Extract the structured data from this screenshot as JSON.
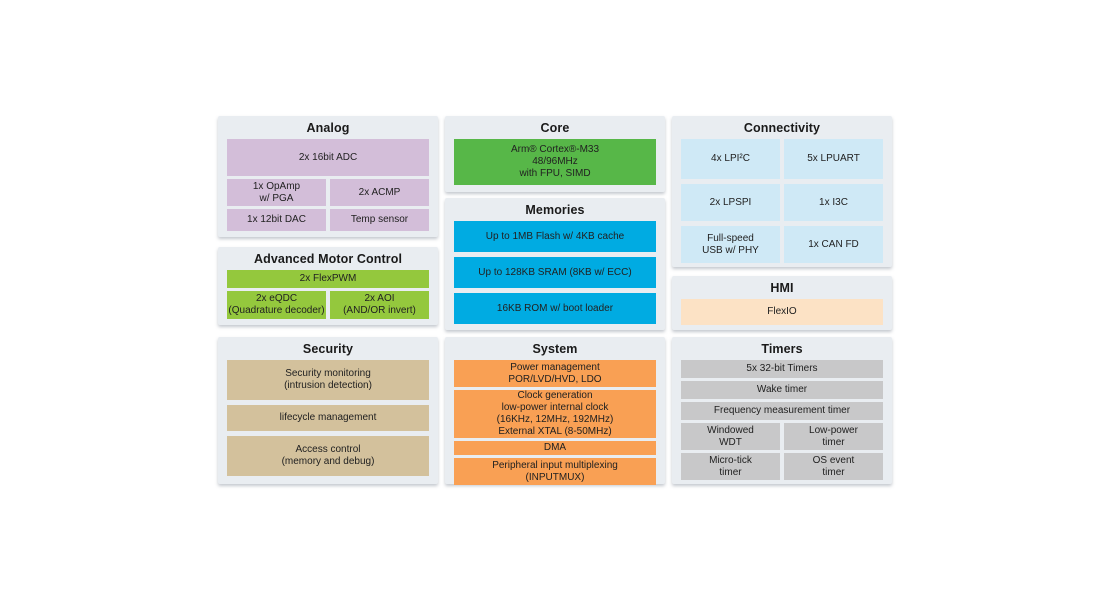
{
  "colors": {
    "panel_bg": "#e9edf1",
    "analog_purple": "#d3bed9",
    "motor_green": "#94c83d",
    "core_green": "#57b748",
    "memory_cyan": "#00abe2",
    "system_orange": "#f9a054",
    "connectivity_blue": "#cfe9f6",
    "hmi_peach": "#fce2c5",
    "timers_gray": "#c8c8c9",
    "security_tan": "#d3c19c"
  },
  "panels": {
    "analog": {
      "title": "Analog",
      "adc": "2x 16bit ADC",
      "opamp": [
        "1x OpAmp",
        "w/ PGA"
      ],
      "acmp": "2x ACMP",
      "dac": "1x 12bit DAC",
      "temp_sensor": "Temp sensor"
    },
    "motor": {
      "title": "Advanced Motor Control",
      "flexpwm": "2x FlexPWM",
      "eqdc": [
        "2x eQDC",
        "(Quadrature decoder)"
      ],
      "aoi": [
        "2x AOI",
        "(AND/OR invert)"
      ]
    },
    "security": {
      "title": "Security",
      "monitoring": [
        "Security monitoring",
        "(intrusion detection)"
      ],
      "lifecycle": "lifecycle management",
      "access": [
        "Access control",
        "(memory and debug)"
      ]
    },
    "core": {
      "title": "Core",
      "cpu": [
        "Arm® Cortex®-M33",
        "48/96MHz",
        "with FPU, SIMD"
      ]
    },
    "memories": {
      "title": "Memories",
      "flash": "Up to 1MB Flash w/ 4KB cache",
      "sram": "Up to 128KB SRAM (8KB w/ ECC)",
      "rom": "16KB ROM w/ boot loader"
    },
    "system": {
      "title": "System",
      "power": [
        "Power management",
        "POR/LVD/HVD, LDO"
      ],
      "clock": [
        "Clock generation",
        "low-power internal clock",
        "(16KHz, 12MHz, 192MHz)",
        "External XTAL (8-50MHz)"
      ],
      "dma": "DMA",
      "inputmux": [
        "Peripheral input multiplexing",
        "(INPUTMUX)"
      ]
    },
    "connectivity": {
      "title": "Connectivity",
      "lpi2c": "4x LPI²C",
      "lpuart": "5x LPUART",
      "lpspi": "2x LPSPI",
      "i3c": "1x I3C",
      "usb": [
        "Full-speed",
        "USB w/ PHY"
      ],
      "canfd": "1x CAN FD"
    },
    "hmi": {
      "title": "HMI",
      "flexio": "FlexIO"
    },
    "timers": {
      "title": "Timers",
      "timers32": "5x 32-bit Timers",
      "wake": "Wake timer",
      "freq": "Frequency measurement timer",
      "wwdt": [
        "Windowed",
        "WDT"
      ],
      "lptimer": [
        "Low-power",
        "timer"
      ],
      "utick": [
        "Micro-tick",
        "timer"
      ],
      "ostimer": [
        "OS event",
        "timer"
      ]
    }
  }
}
